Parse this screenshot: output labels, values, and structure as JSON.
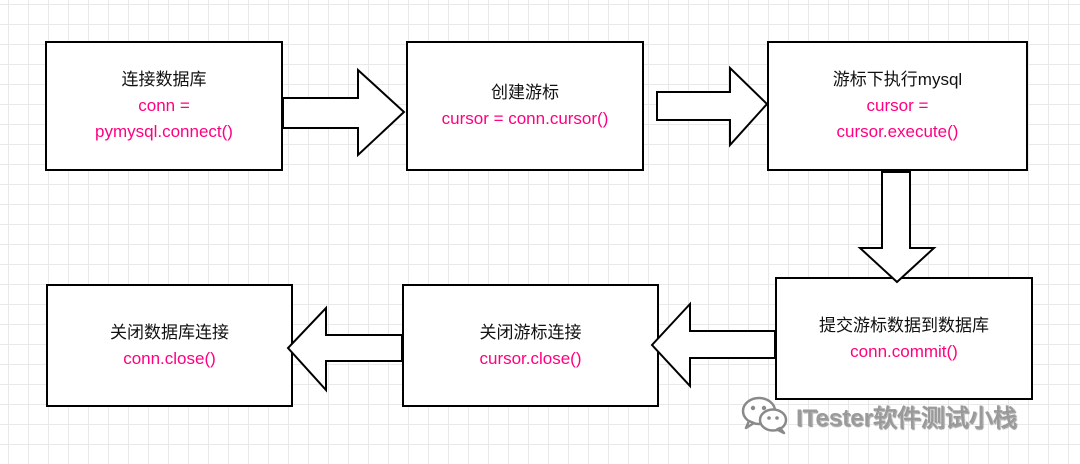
{
  "nodes": [
    {
      "title": "连接数据库",
      "code": [
        "conn =",
        "pymysql.connect()"
      ]
    },
    {
      "title": "创建游标",
      "code": [
        "cursor = conn.cursor()"
      ]
    },
    {
      "title": "游标下执行mysql",
      "code": [
        "cursor =",
        "cursor.execute()"
      ]
    },
    {
      "title": "提交游标数据到数据库",
      "code": [
        "conn.commit()"
      ]
    },
    {
      "title": "关闭游标连接",
      "code": [
        "cursor.close()"
      ]
    },
    {
      "title": "关闭数据库连接",
      "code": [
        "conn.close()"
      ]
    }
  ],
  "edges": [
    {
      "from": 0,
      "to": 1
    },
    {
      "from": 1,
      "to": 2
    },
    {
      "from": 2,
      "to": 3
    },
    {
      "from": 3,
      "to": 4
    },
    {
      "from": 4,
      "to": 5
    }
  ],
  "watermark": {
    "icon": "wechat-icon",
    "text": "ITester软件测试小栈"
  },
  "colors": {
    "code_text": "#ff0080",
    "title_text": "#111111",
    "border": "#000000",
    "grid": "#e9e9e9",
    "watermark": "#9a9a9a"
  }
}
